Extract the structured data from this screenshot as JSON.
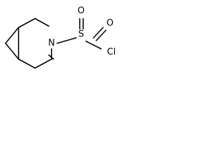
{
  "molecule": {
    "atoms": {
      "nitrogen": "N",
      "sulfur": "S",
      "oxygen_top": "O",
      "oxygen_bottom": "O",
      "chlorine": "Cl"
    },
    "colors": {
      "bond": "#000000",
      "label": "#000000",
      "background": "#ffffff"
    }
  }
}
